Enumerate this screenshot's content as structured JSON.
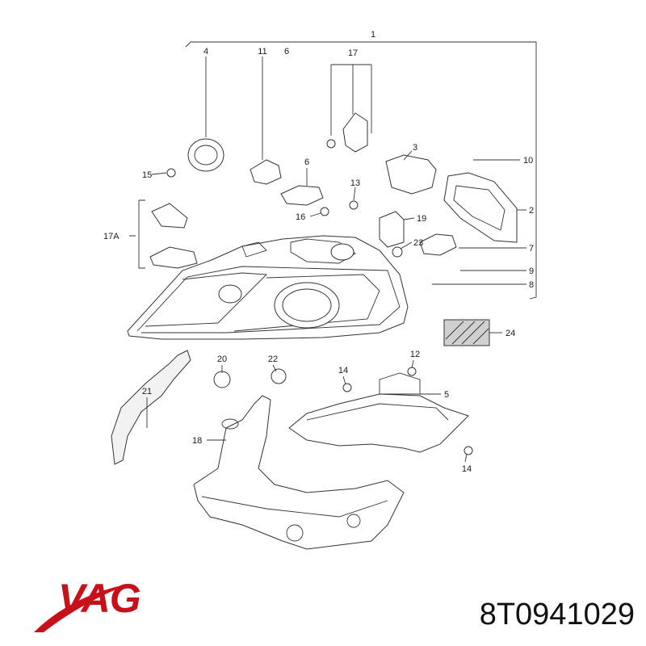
{
  "callouts": {
    "c1": "1",
    "c2": "2",
    "c3": "3",
    "c4": "4",
    "c5": "5",
    "c6a": "6",
    "c6b": "6",
    "c7": "7",
    "c8": "8",
    "c9": "9",
    "c10": "10",
    "c11": "11",
    "c12": "12",
    "c13": "13",
    "c14a": "14",
    "c14b": "14",
    "c15": "15",
    "c16": "16",
    "c17": "17",
    "c17a": "17A",
    "c18": "18",
    "c19": "19",
    "c20": "20",
    "c21": "21",
    "c22": "22",
    "c23": "23",
    "c24": "24"
  },
  "brand": {
    "logo_text": "VAG",
    "color": "#c8101a"
  },
  "part_number": "8T0941029"
}
